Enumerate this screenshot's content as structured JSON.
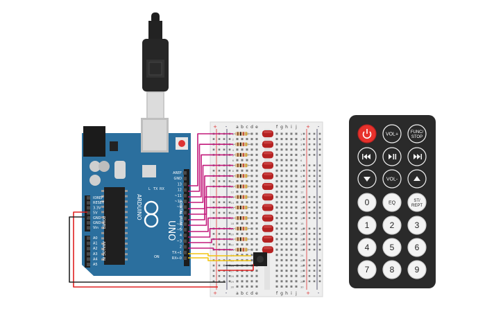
{
  "arduino": {
    "brand": "ARDUINO",
    "model": "UNO",
    "label_tx": "TX",
    "label_rx": "RX",
    "label_l": "L",
    "label_on": "ON",
    "digital_header": "DIGITAL (PWM~)",
    "power_header": "POWER",
    "analog_header": "ANALOG IN",
    "digital_pins": [
      "AREF",
      "GND",
      "13",
      "12",
      "~11",
      "~10",
      "~9",
      "8",
      "7",
      "~6",
      "~5",
      "4",
      "~3",
      "2",
      "TX→1",
      "RX←0"
    ],
    "power_pins": [
      "IOREF",
      "RESET",
      "3.3V",
      "5V",
      "GND",
      "GND",
      "Vin"
    ],
    "analog_pins": [
      "A0",
      "A1",
      "A2",
      "A3",
      "A4",
      "A5"
    ]
  },
  "breadboard": {
    "column_letters_left": [
      "a",
      "b",
      "c",
      "d",
      "e"
    ],
    "column_letters_right": [
      "f",
      "g",
      "h",
      "i",
      "j"
    ],
    "rail_plus": "+",
    "rail_minus": "-",
    "row_numbers": [
      "1",
      "2",
      "3",
      "4",
      "5",
      "6",
      "7",
      "8",
      "9",
      "10",
      "11",
      "12",
      "13",
      "14",
      "15",
      "16",
      "17",
      "18",
      "19",
      "20",
      "21",
      "22",
      "23",
      "24",
      "25",
      "26",
      "27",
      "28",
      "29",
      "30"
    ]
  },
  "remote": {
    "buttons": [
      {
        "name": "power-button",
        "label": "",
        "icon": "power-icon"
      },
      {
        "name": "vol-up-button",
        "label": "VOL+"
      },
      {
        "name": "func-stop-button",
        "label": "FUNC/\nSTOP"
      },
      {
        "name": "prev-button",
        "label": "",
        "icon": "rewind-icon"
      },
      {
        "name": "play-pause-button",
        "label": "",
        "icon": "play-pause-icon"
      },
      {
        "name": "next-button",
        "label": "",
        "icon": "fast-forward-icon"
      },
      {
        "name": "down-button",
        "label": "",
        "icon": "down-arrow-icon"
      },
      {
        "name": "vol-down-button",
        "label": "VOL-"
      },
      {
        "name": "up-button",
        "label": "",
        "icon": "up-arrow-icon"
      },
      {
        "name": "digit-0-button",
        "label": "0"
      },
      {
        "name": "eq-button",
        "label": "EQ"
      },
      {
        "name": "st-rept-button",
        "label": "ST/\nREPT"
      },
      {
        "name": "digit-1-button",
        "label": "1"
      },
      {
        "name": "digit-2-button",
        "label": "2"
      },
      {
        "name": "digit-3-button",
        "label": "3"
      },
      {
        "name": "digit-4-button",
        "label": "4"
      },
      {
        "name": "digit-5-button",
        "label": "5"
      },
      {
        "name": "digit-6-button",
        "label": "6"
      },
      {
        "name": "digit-7-button",
        "label": "7"
      },
      {
        "name": "digit-8-button",
        "label": "8"
      },
      {
        "name": "digit-9-button",
        "label": "9"
      }
    ]
  },
  "colors": {
    "arduino_board": "#2b6f9e",
    "wire_magenta": "#c2187a",
    "wire_red": "#e02020",
    "wire_black": "#222222",
    "wire_yellow": "#f2c40f",
    "led": "#b52222",
    "remote_body": "#2a2a2a",
    "remote_power": "#e8322c"
  }
}
